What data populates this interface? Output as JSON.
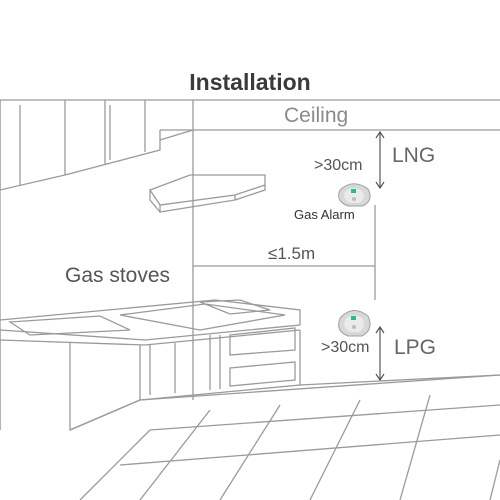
{
  "title": "Installation",
  "labels": {
    "ceiling": "Ceiling",
    "lng": "LNG",
    "lpg": "LPG",
    "upper_distance": ">30cm",
    "lower_distance": ">30cm",
    "gas_alarm": "Gas Alarm",
    "stove_distance": "≤1.5m",
    "gas_stoves": "Gas stoves"
  },
  "colors": {
    "line": "#9a9a9a",
    "dark_line": "#555555",
    "indicator": "#29c07a"
  }
}
